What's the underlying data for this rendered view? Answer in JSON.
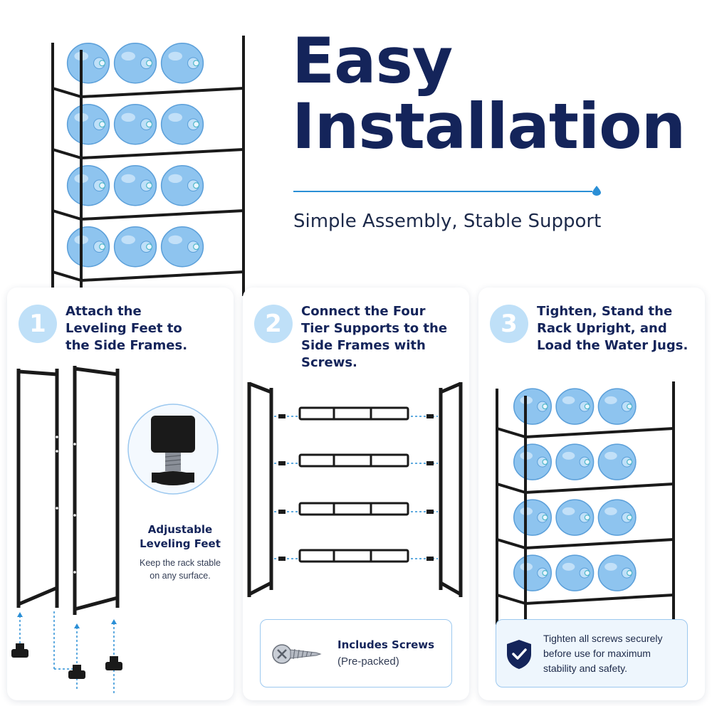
{
  "hero": {
    "title_line1": "Easy",
    "title_line2": "Installation",
    "subtitle": "Simple Assembly, Stable Support"
  },
  "steps": [
    {
      "number": "1",
      "text_lines": [
        "Attach the",
        "Leveling Feet to",
        "the Side Frames."
      ],
      "callout": {
        "title_lines": [
          "Adjustable",
          "Leveling Feet"
        ],
        "desc_lines": [
          "Keep the rack stable",
          "on any surface."
        ]
      }
    },
    {
      "number": "2",
      "text_lines": [
        "Connect the Four",
        "Tier Supports to the",
        "Side Frames with Screws."
      ],
      "info": {
        "title": "Includes Screws",
        "subtitle": "(Pre-packed)"
      }
    },
    {
      "number": "3",
      "text_lines": [
        "Tighten, Stand the",
        "Rack Upright, and",
        "Load the Water Jugs."
      ],
      "info": {
        "lines": [
          "Tighten all screws securely",
          "before use for maximum",
          "stability and safety."
        ]
      }
    }
  ],
  "colors": {
    "title_navy": "#14245a",
    "accent_blue": "#2b8fd6",
    "step_circle": "#bfe0f8",
    "jug_blue": "#8ec4ef",
    "frame_black": "#1a1a1a"
  },
  "icons": [
    "water-drop-icon",
    "screw-icon",
    "shield-check-icon"
  ]
}
